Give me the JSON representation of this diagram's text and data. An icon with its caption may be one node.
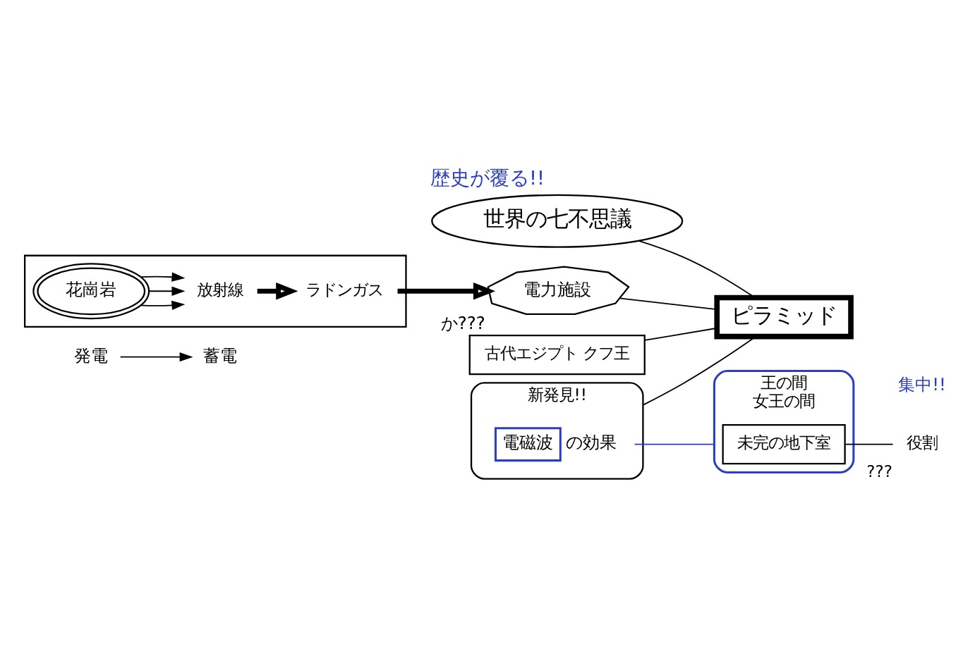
{
  "diagram": {
    "title": "歴史が覆る!!",
    "nodes": [
      {
        "text": [
          "発電"
        ]
      },
      {
        "text": [
          "蓄電"
        ]
      },
      {
        "text": [
          "世界の七不思議"
        ]
      },
      {
        "text": [
          "新発見!!"
        ]
      },
      {
        "text": [
          "電磁波"
        ],
        "in": 3,
        "beside": [
          "の効果"
        ]
      },
      {
        "text": [
          "電力施設"
        ],
        "beside": [
          "か???"
        ]
      },
      {
        "text": [
          "ピラミッド"
        ]
      },
      {
        "text": [
          "古代エジプト クフ王"
        ]
      },
      {
        "text": [
          "王の間",
          "女王の間"
        ]
      },
      {
        "text": [
          "未完の地下室"
        ],
        "in": 8
      },
      {
        "text": [
          "役割"
        ],
        "beside": [
          "???"
        ]
      },
      {
        "text": [],
        "shape": "box"
      },
      {
        "text": [
          "花崗岩"
        ],
        "in": 11
      },
      {
        "text": [
          "放射線"
        ],
        "in": 11
      },
      {
        "text": [
          "ラドンガス"
        ],
        "in": 11
      }
    ],
    "edges": [
      {
        "from": 0,
        "to": 1,
        "arrow": "to"
      },
      {
        "from": 2,
        "to": 6,
        "arrow": "none"
      },
      {
        "from": 5,
        "to": 6,
        "arrow": "none"
      },
      {
        "from": 3,
        "to": 6,
        "arrow": "none"
      },
      {
        "from": 7,
        "to": 6,
        "arrow": "none"
      },
      {
        "from": 4,
        "to": 8,
        "arrow": "none",
        "color": "#2b3fbf"
      },
      {
        "from": 9,
        "to": 10,
        "arrow": "none"
      },
      {
        "from": 12,
        "to": 13,
        "arrow": "to"
      },
      {
        "from": 12,
        "to": 13,
        "arrow": "to"
      },
      {
        "from": 12,
        "to": 13,
        "arrow": "to"
      },
      {
        "from": 13,
        "to": 14,
        "arrow": "to",
        "style": "thick"
      },
      {
        "from": 14,
        "to": 5,
        "arrow": "to",
        "style": "thick"
      }
    ],
    "labels": [
      "集中!!"
    ]
  }
}
